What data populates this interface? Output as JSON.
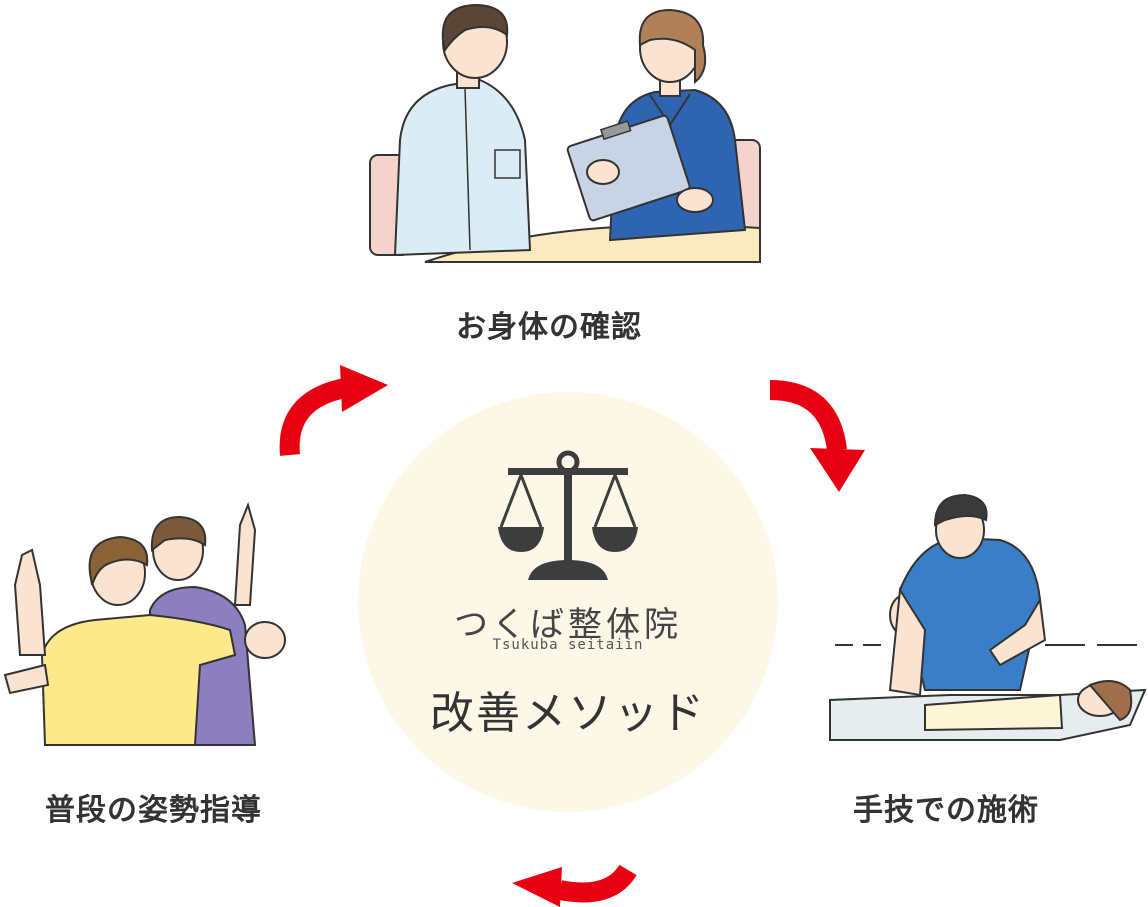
{
  "steps": {
    "top": {
      "label": "お身体の確認"
    },
    "right": {
      "label": "手技での施術"
    },
    "left": {
      "label": "普段の姿勢指導"
    }
  },
  "center": {
    "brand_name": "つくば整体院",
    "brand_romaji": "Tsukuba seitaiin",
    "method_title": "改善メソッド"
  },
  "colors": {
    "arrow": "#e60012",
    "circle_bg": "#fdf7e8",
    "logo": "#3d3d3d",
    "caption": "#333333"
  },
  "icons": {
    "logo": "scales-of-justice-icon",
    "cycle_arrows": "curved-arrow-icon"
  }
}
